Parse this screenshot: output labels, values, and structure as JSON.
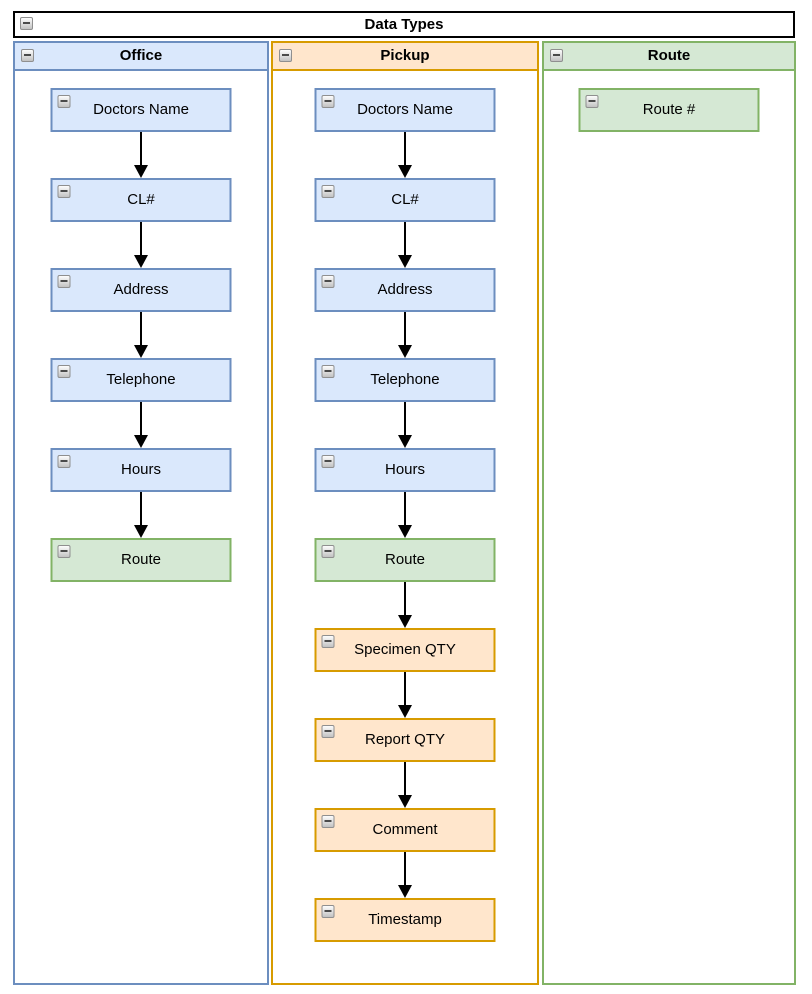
{
  "diagram": {
    "title": "Data Types"
  },
  "colors": {
    "blue": {
      "fill": "#dae8fc",
      "stroke": "#6c8ebf"
    },
    "orange": {
      "fill": "#ffe6cc",
      "stroke": "#d79b00"
    },
    "green": {
      "fill": "#d5e8d4",
      "stroke": "#82b366"
    },
    "title_container": {
      "fill": "#ffffff",
      "stroke": "#000000"
    },
    "arrow": "#000000"
  },
  "columns": [
    {
      "id": "office",
      "label": "Office",
      "color": "blue",
      "nodes": [
        {
          "label": "Doctors Name",
          "color": "blue"
        },
        {
          "label": "CL#",
          "color": "blue"
        },
        {
          "label": "Address",
          "color": "blue"
        },
        {
          "label": "Telephone",
          "color": "blue"
        },
        {
          "label": "Hours",
          "color": "blue"
        },
        {
          "label": "Route",
          "color": "green"
        }
      ]
    },
    {
      "id": "pickup",
      "label": "Pickup",
      "color": "orange",
      "nodes": [
        {
          "label": "Doctors Name",
          "color": "blue"
        },
        {
          "label": "CL#",
          "color": "blue"
        },
        {
          "label": "Address",
          "color": "blue"
        },
        {
          "label": "Telephone",
          "color": "blue"
        },
        {
          "label": "Hours",
          "color": "blue"
        },
        {
          "label": "Route",
          "color": "green"
        },
        {
          "label": "Specimen QTY",
          "color": "orange"
        },
        {
          "label": "Report QTY",
          "color": "orange"
        },
        {
          "label": "Comment",
          "color": "orange"
        },
        {
          "label": "Timestamp",
          "color": "orange"
        }
      ]
    },
    {
      "id": "route",
      "label": "Route",
      "color": "green",
      "nodes": [
        {
          "label": "Route #",
          "color": "green"
        }
      ]
    }
  ]
}
